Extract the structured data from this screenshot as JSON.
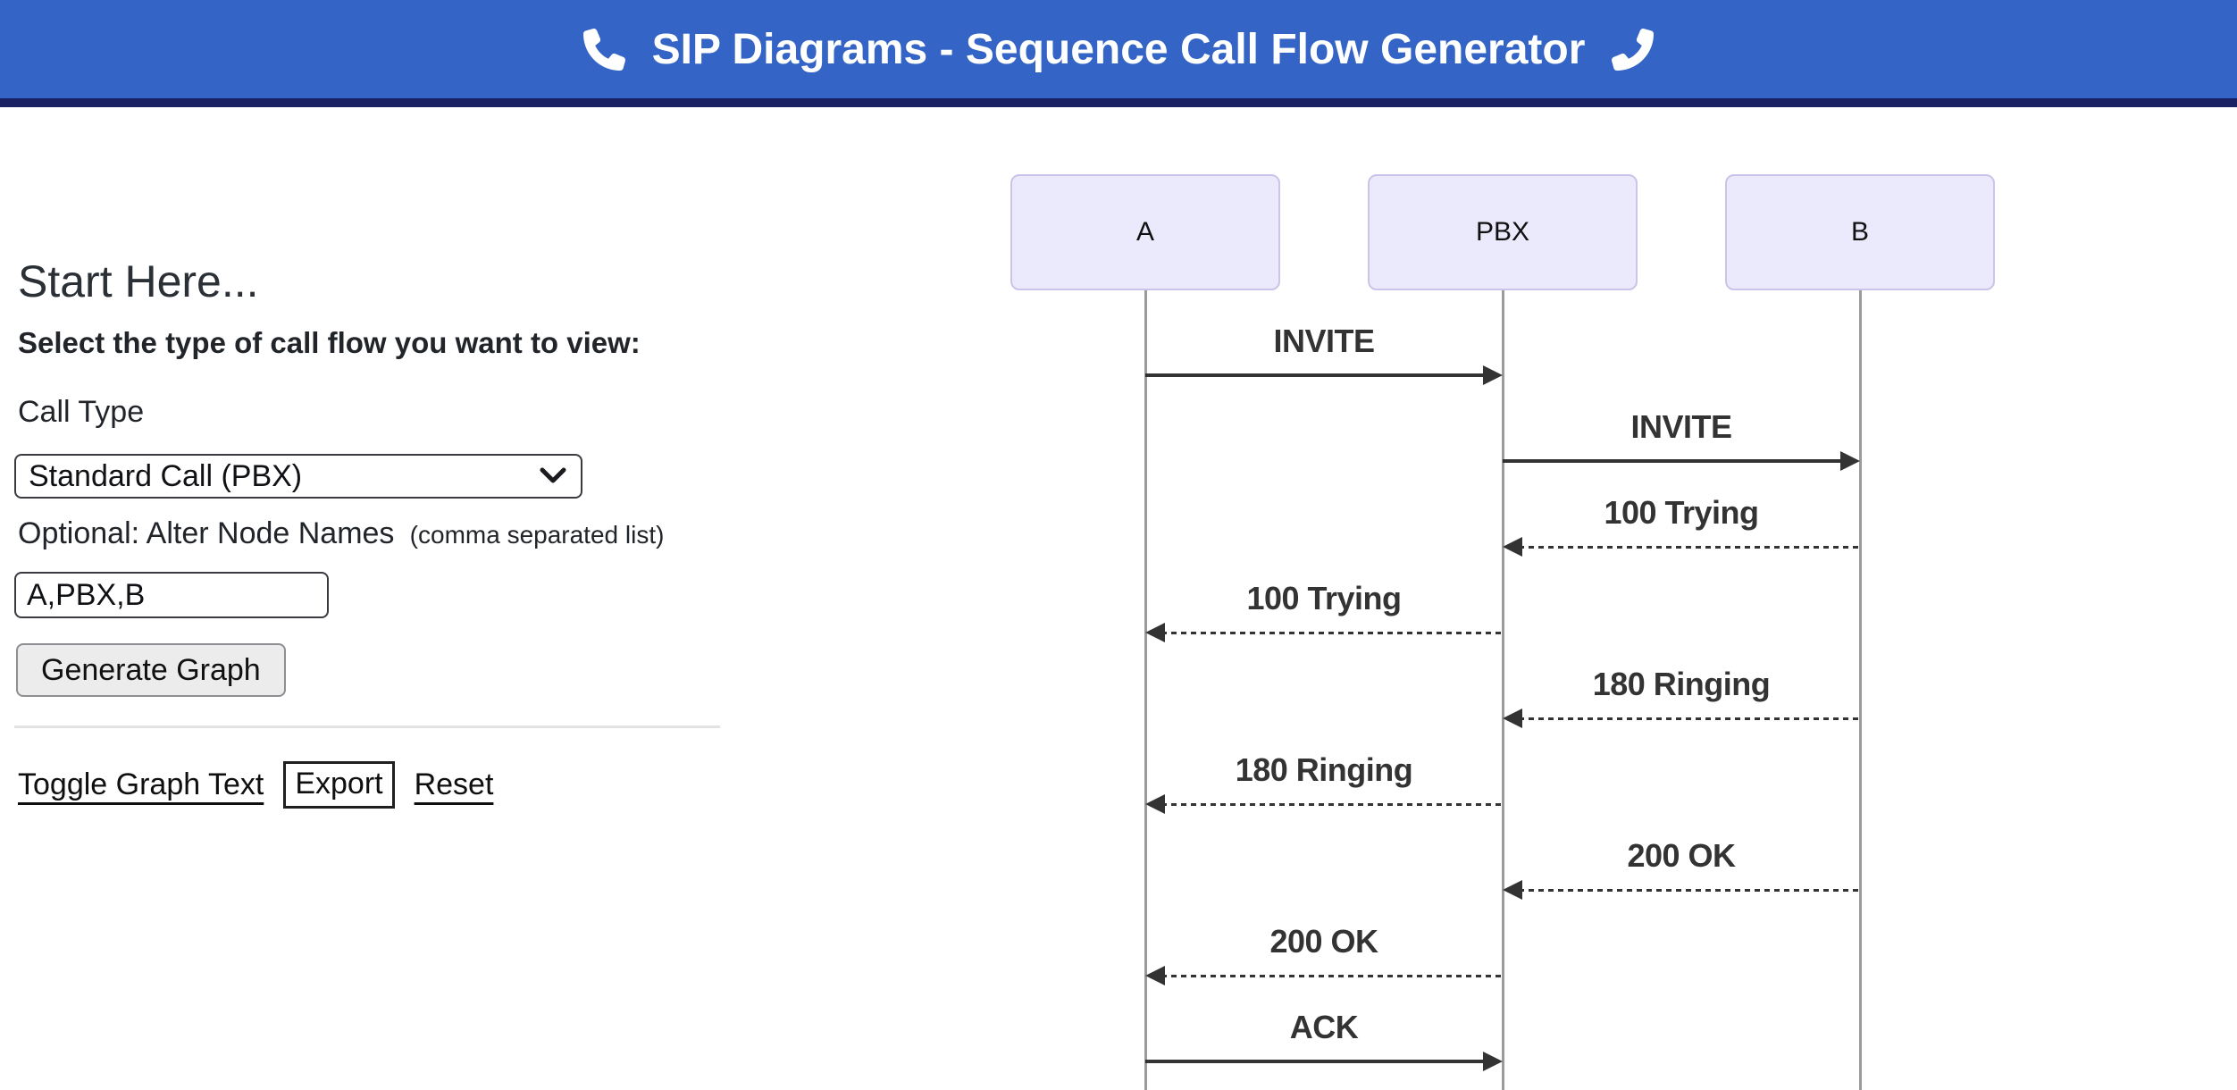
{
  "header": {
    "title": "SIP Diagrams - Sequence Call Flow Generator",
    "left_icon": "phone-icon",
    "right_icon": "phone-icon-mirrored",
    "background": "#3464C6",
    "border_color": "#1B2264"
  },
  "panel": {
    "heading": "Start Here...",
    "lead": "Select the type of call flow you want to view:",
    "call_type_label": "Call Type",
    "call_type_value": "Standard Call (PBX)",
    "node_names_label": "Optional: Alter Node Names",
    "node_names_hint": "(comma separated list)",
    "node_names_value": "A,PBX,B",
    "generate_button": "Generate Graph",
    "actions": {
      "toggle": "Toggle Graph Text",
      "export": "Export",
      "reset": "Reset"
    }
  },
  "diagram": {
    "actors": [
      "A",
      "PBX",
      "B"
    ],
    "messages": [
      {
        "label": "INVITE",
        "from": "A",
        "to": "PBX",
        "line": "solid"
      },
      {
        "label": "INVITE",
        "from": "PBX",
        "to": "B",
        "line": "solid"
      },
      {
        "label": "100 Trying",
        "from": "B",
        "to": "PBX",
        "line": "dotted"
      },
      {
        "label": "100 Trying",
        "from": "PBX",
        "to": "A",
        "line": "dotted"
      },
      {
        "label": "180 Ringing",
        "from": "B",
        "to": "PBX",
        "line": "dotted"
      },
      {
        "label": "180 Ringing",
        "from": "PBX",
        "to": "A",
        "line": "dotted"
      },
      {
        "label": "200 OK",
        "from": "B",
        "to": "PBX",
        "line": "dotted"
      },
      {
        "label": "200 OK",
        "from": "PBX",
        "to": "A",
        "line": "dotted"
      },
      {
        "label": "ACK",
        "from": "A",
        "to": "PBX",
        "line": "solid"
      }
    ],
    "colors": {
      "actor_fill": "#EBE9FC",
      "actor_border": "#CCC3EA",
      "lifeline": "#9B9B9B",
      "arrow": "#333333"
    }
  }
}
